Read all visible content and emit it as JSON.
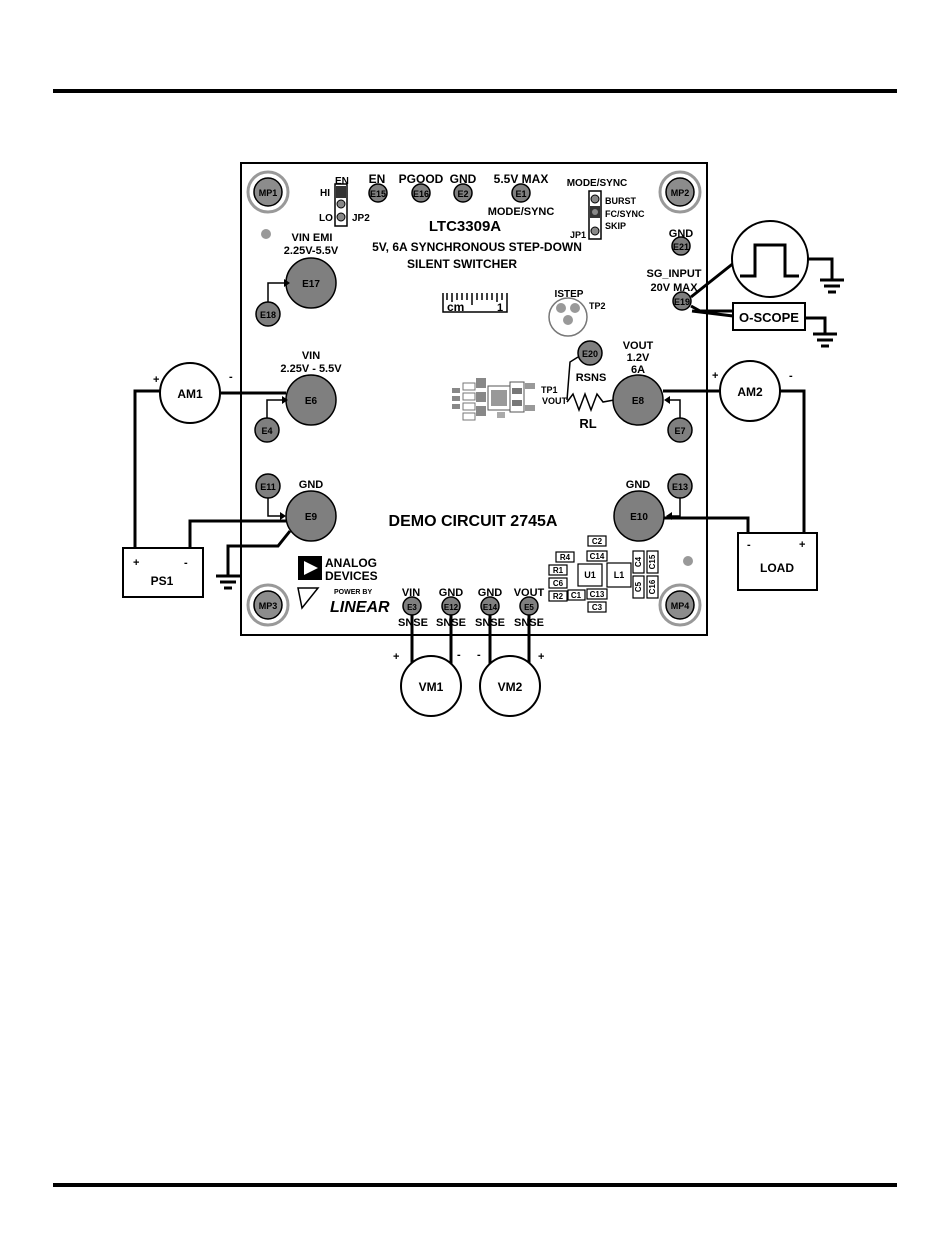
{
  "board": {
    "part": "LTC3309A",
    "subtitle_1": "5V, 6A SYNCHRONOUS STEP-DOWN",
    "subtitle_2": "SILENT SWITCHER",
    "demo": "DEMO CIRCUIT 2745A"
  },
  "mounting": [
    "MP1",
    "MP2",
    "MP3",
    "MP4"
  ],
  "top_labels": {
    "en": "EN",
    "pgood": "PGOOD",
    "gnd": "GND",
    "max": "5.5V MAX",
    "mode_sync_bottom": "MODE/SYNC",
    "mode_sync_top": "MODE/SYNC",
    "burst": "BURST",
    "fcsync": "FC/SYNC",
    "skip": "SKIP",
    "jp1": "JP1",
    "jp2": "JP2",
    "hi": "HI",
    "lo": "LO",
    "jp2_en": "EN",
    "gnd_right": "GND",
    "sg_input": "SG_INPUT",
    "sg_max": "20V MAX"
  },
  "terminals": {
    "e15": "E15",
    "e16": "E16",
    "e2": "E2",
    "e1": "E1",
    "e21": "E21",
    "e19": "E19",
    "e17": "E17",
    "e18": "E18",
    "e6": "E6",
    "e4": "E4",
    "e11": "E11",
    "e9": "E9",
    "e20": "E20",
    "e8": "E8",
    "e7": "E7",
    "e13": "E13",
    "e10": "E10",
    "e3": "E3",
    "e12": "E12",
    "e14": "E14",
    "e5": "E5"
  },
  "left_labels": {
    "vin_emi": "VIN EMI",
    "vin_emi_range": "2.25V-5.5V",
    "vin": "VIN",
    "vin_range": "2.25V - 5.5V",
    "gnd": "GND"
  },
  "right_labels": {
    "vout": "VOUT",
    "vout_v": "1.2V",
    "vout_a": "6A",
    "rsns": "RSNS",
    "rl": "RL",
    "gnd": "GND",
    "istep": "ISTEP",
    "tp2": "TP2",
    "tp1": "TP1",
    "tp1_vout": "VOUT"
  },
  "ruler": {
    "unit": "cm",
    "one": "1"
  },
  "bottom_labels": {
    "vin": "VIN",
    "gnd1": "GND",
    "gnd2": "GND",
    "vout": "VOUT",
    "snse1": "SNSE",
    "snse2": "SNSE",
    "snse3": "SNSE",
    "snse4": "SNSE"
  },
  "logo": {
    "analog": "ANALOG",
    "devices": "DEVICES",
    "power_by": "POWER BY",
    "linear": "LINEAR"
  },
  "components": [
    "R4",
    "C14",
    "C2",
    "R1",
    "C6",
    "U1",
    "L1",
    "C4",
    "C15",
    "R2",
    "C1",
    "C13",
    "C3",
    "C5",
    "C16"
  ],
  "instruments": {
    "am1": "AM1",
    "am2": "AM2",
    "ps1": "PS1",
    "load": "LOAD",
    "vm1": "VM1",
    "vm2": "VM2",
    "oscope": "O-SCOPE",
    "plus": "+",
    "minus": "-"
  }
}
